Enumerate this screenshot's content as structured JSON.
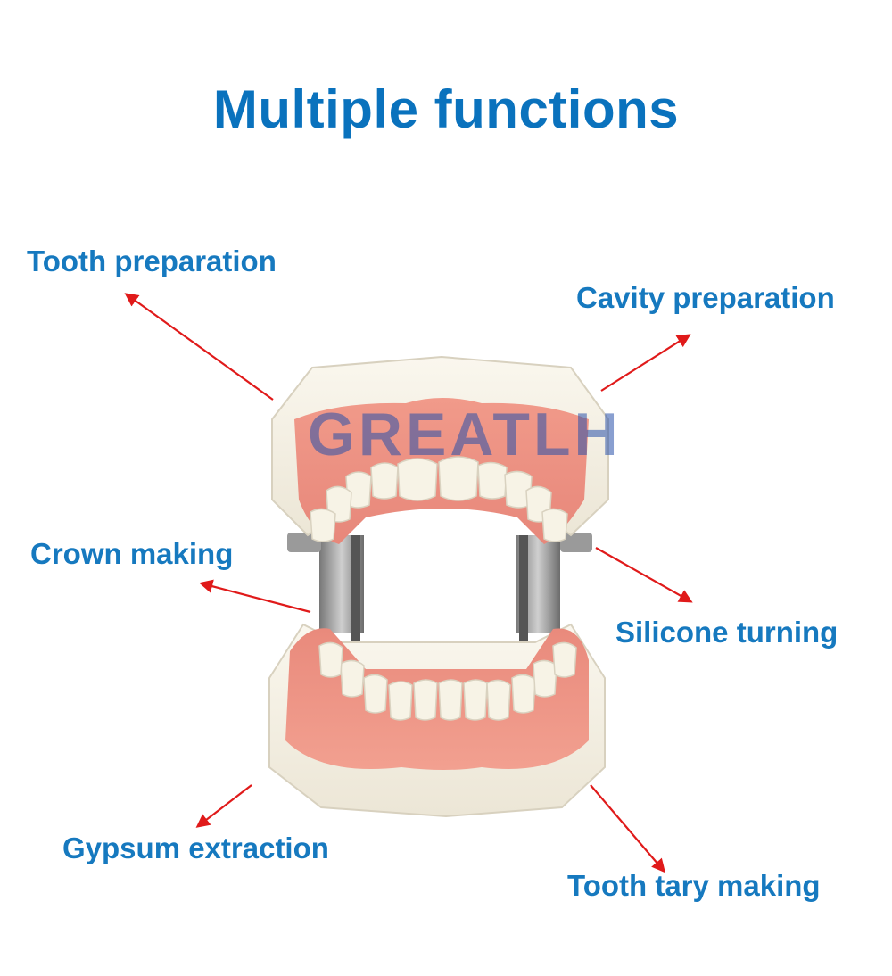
{
  "title": "Multiple functions",
  "watermark": "GREATLH",
  "labels": {
    "tooth_preparation": "Tooth preparation",
    "cavity_preparation": "Cavity preparation",
    "crown_making": "Crown making",
    "silicone_turning": "Silicone turning",
    "gypsum_extraction": "Gypsum extraction",
    "tooth_tary_making": "Tooth tary making"
  },
  "colors": {
    "title": "#0a72bd",
    "label": "#1679bf",
    "arrow": "#e01a1a",
    "gum": "#e98e7f",
    "base": "#f5f1e6",
    "tooth": "#f7f3e6"
  }
}
